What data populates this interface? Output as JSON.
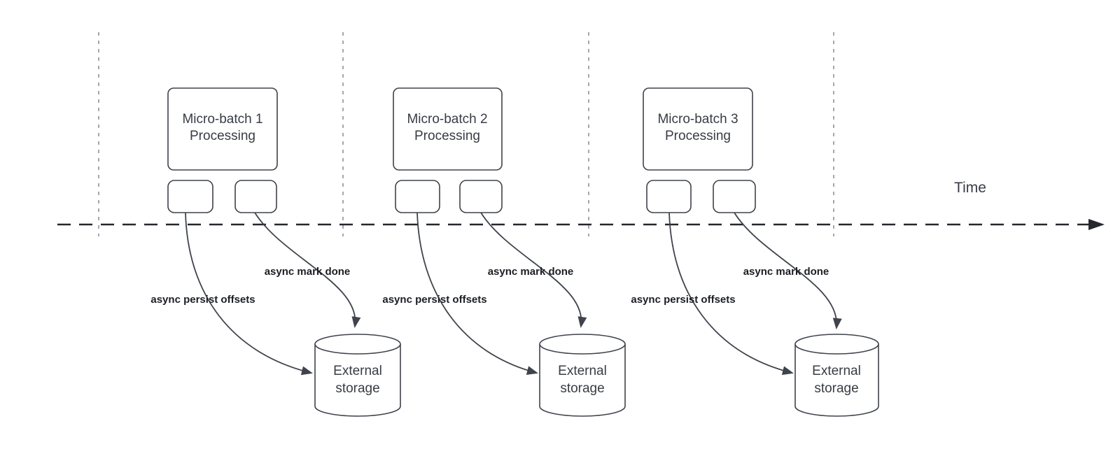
{
  "axis": {
    "label": "Time"
  },
  "groups": [
    {
      "box_line1": "Micro-batch 1",
      "box_line2": "Processing",
      "persist_label": "async persist offsets",
      "mark_done_label": "async mark done",
      "storage_line1": "External",
      "storage_line2": "storage"
    },
    {
      "box_line1": "Micro-batch 2",
      "box_line2": "Processing",
      "persist_label": "async persist offsets",
      "mark_done_label": "async mark done",
      "storage_line1": "External",
      "storage_line2": "storage"
    },
    {
      "box_line1": "Micro-batch 3",
      "box_line2": "Processing",
      "persist_label": "async persist offsets",
      "mark_done_label": "async mark done",
      "storage_line1": "External",
      "storage_line2": "storage"
    }
  ],
  "colors": {
    "stroke": "#3f434b",
    "label_text": "#383c44",
    "bold_label": "#1b1e24",
    "grid": "#a7a7ab",
    "axis": "#24272c",
    "canvas_bg": "#ffffff"
  }
}
